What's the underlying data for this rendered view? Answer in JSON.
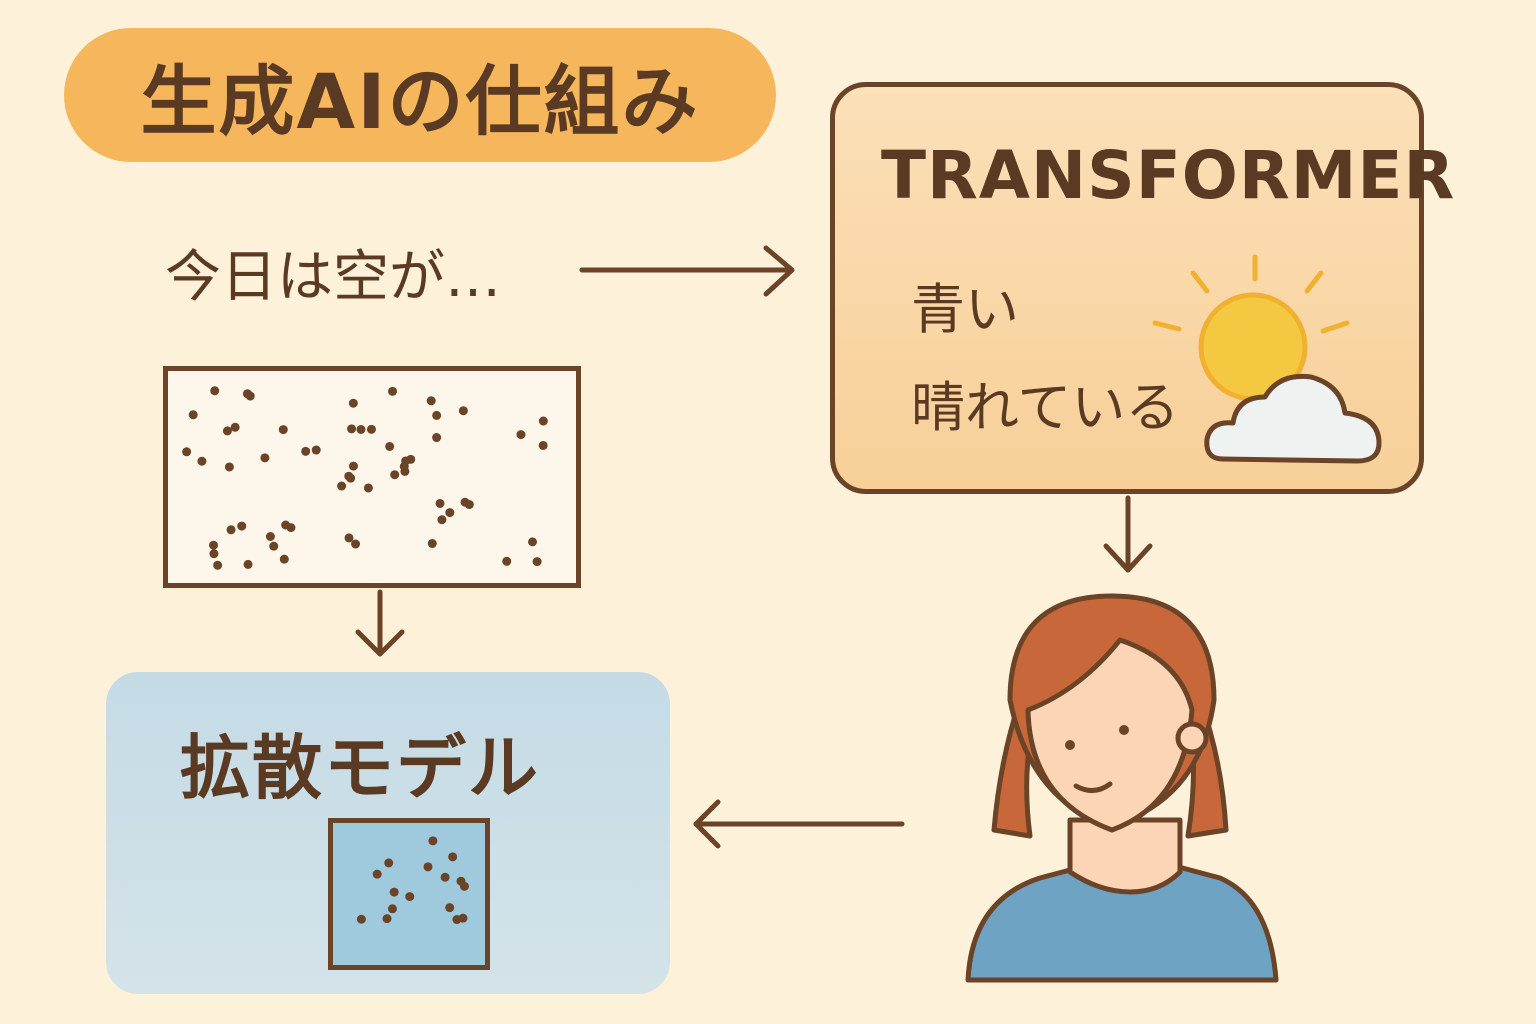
{
  "title": "生成AIの仕組み",
  "prompt_text": "今日は空が…",
  "transformer": {
    "label": "TRANSFORMER",
    "candidate_words": [
      "青い",
      "晴れている"
    ]
  },
  "diffusion": {
    "label": "拡散モデル"
  },
  "colors": {
    "background": "#fdf1da",
    "title_pill": "#f6b75c",
    "outline": "#6b4428",
    "diffusion_box": "#c4dbe6",
    "sun": "#f5c842",
    "shirt": "#6fa3c4",
    "hair": "#c8683a"
  }
}
